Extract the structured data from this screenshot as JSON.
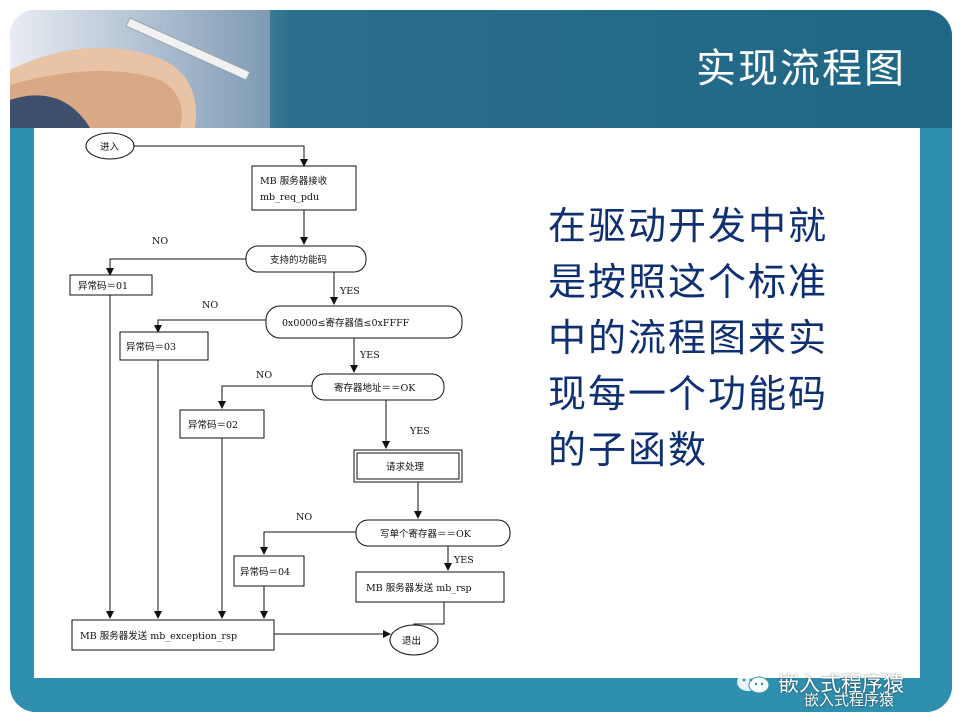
{
  "slide": {
    "title": "实现流程图",
    "description_lines": [
      "在驱动开发中就",
      "是按照这个标准",
      "中的流程图来实",
      "现每一个功能码",
      "的子函数"
    ]
  },
  "flowchart": {
    "start": "进入",
    "receive_line1": "MB 服务器接收",
    "receive_line2": "mb_req_pdu",
    "check_function_code": "支持的功能码",
    "check_address_range": "0x0000≤寄存器值≤0xFFFF",
    "check_register_address": "寄存器地址＝＝OK",
    "process_request": "请求处理",
    "check_write_single": "写单个寄存器＝＝OK",
    "send_response": "MB 服务器发送 mb_rsp",
    "send_exception": "MB 服务器发送 mb_exception_rsp",
    "end": "退出",
    "exception_01": "异常码＝01",
    "exception_03": "异常码＝03",
    "exception_02": "异常码＝02",
    "exception_04": "异常码＝04",
    "no_label": "NO",
    "yes_label": "YES"
  },
  "watermark": {
    "line1": "嵌入式程序猿",
    "line2": "嵌入式程序猿"
  },
  "colors": {
    "frame": "#2f8fae",
    "header": "#1f6786",
    "description_text": "#0f2f73"
  }
}
